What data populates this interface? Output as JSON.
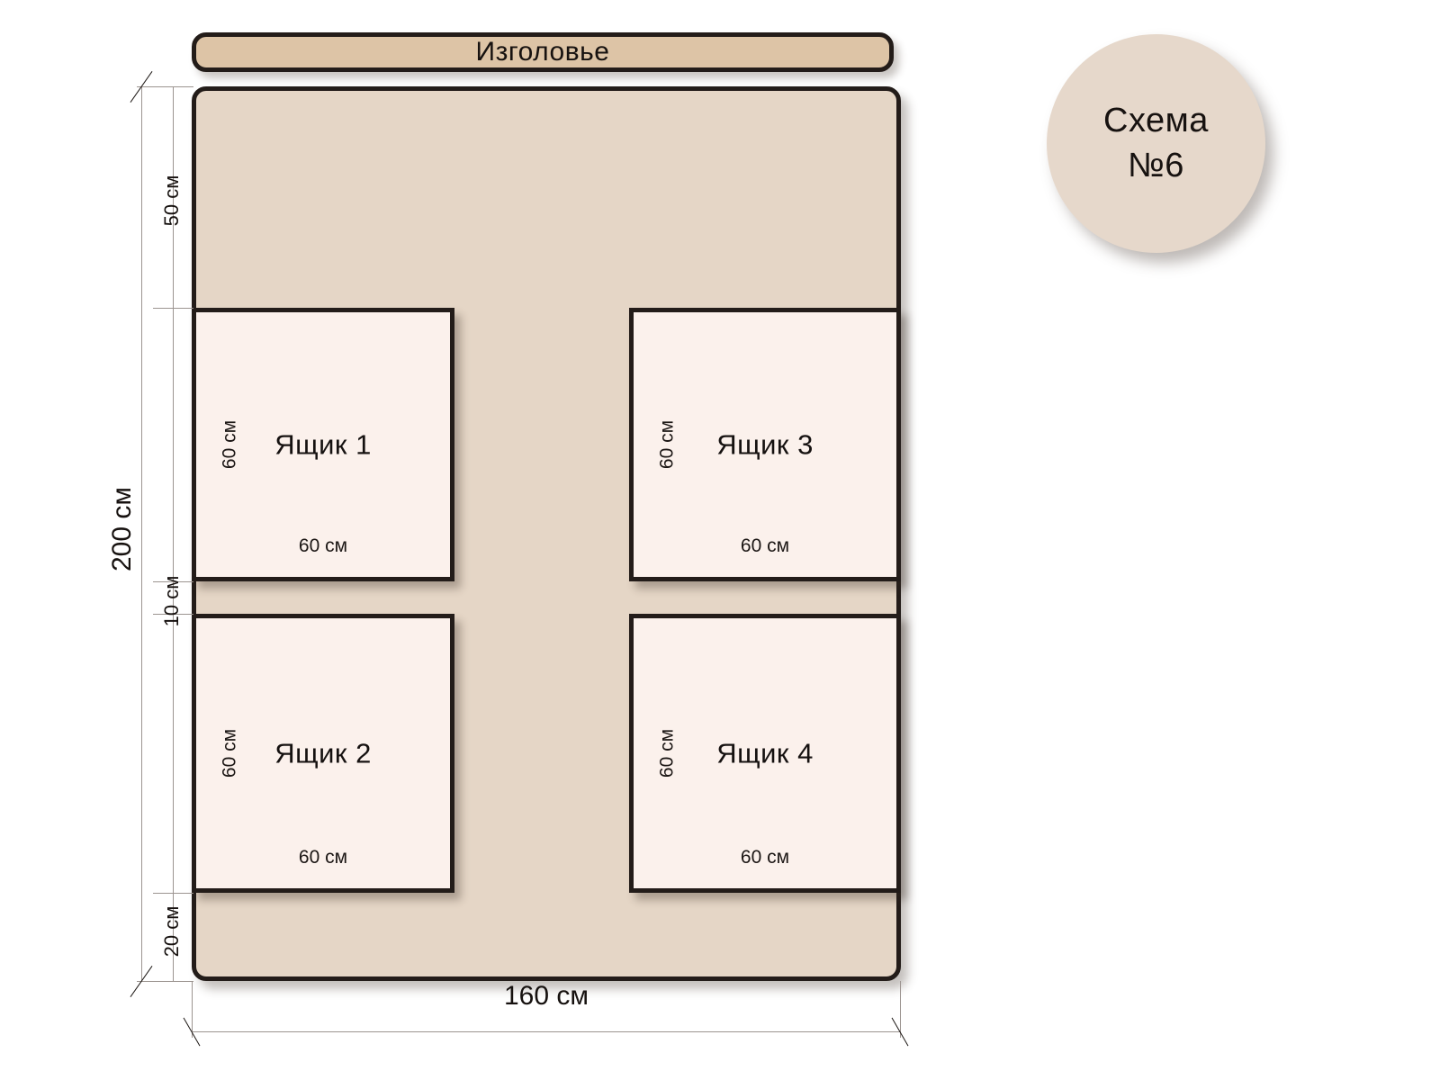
{
  "diagram": {
    "headboard": {
      "label": "Изголовье"
    },
    "badge": {
      "line1": "Схема",
      "line2": "№6"
    },
    "bed": {
      "total_height_label": "200 см",
      "total_width_label": "160 см",
      "top_offset_label": "50 см",
      "gap_label": "10 см",
      "bottom_offset_label": "20 см"
    },
    "drawers": [
      {
        "title": "Ящик 1",
        "width_label": "60 см",
        "height_label": "60 см"
      },
      {
        "title": "Ящик 2",
        "width_label": "60 см",
        "height_label": "60 см"
      },
      {
        "title": "Ящик 3",
        "width_label": "60 см",
        "height_label": "60 см"
      },
      {
        "title": "Ящик 4",
        "width_label": "60 см",
        "height_label": "60 см"
      }
    ],
    "colors": {
      "bed_body": "#e5d6c6",
      "headboard": "#ddc4a6",
      "drawer": "#fbf1ec",
      "badge": "#e6d8cb",
      "outline": "#231c19"
    }
  }
}
